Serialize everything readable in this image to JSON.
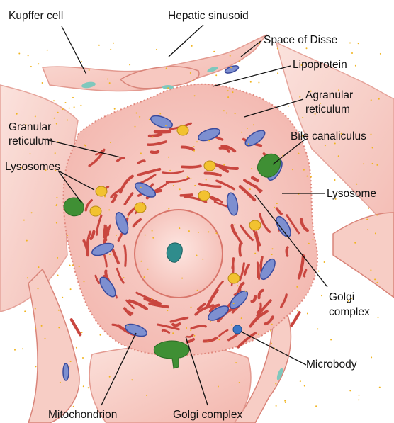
{
  "labels": {
    "kupffer_cell": "Kupffer cell",
    "hepatic_sinusoid": "Hepatic sinusoid",
    "space_of_disse": "Space of Disse",
    "lipoprotein": "Lipoprotein",
    "agranular_reticulum_1": "Agranular",
    "agranular_reticulum_2": "reticulum",
    "granular_reticulum_1": "Granular",
    "granular_reticulum_2": "reticulum",
    "bile_canaliculus": "Bile canaliculus",
    "lysosomes": "Lysosomes",
    "lysosome": "Lysosome",
    "golgi_right_1": "Golgi",
    "golgi_right_2": "complex",
    "microbody": "Microbody",
    "mitochondrion": "Mitochondrion",
    "golgi_bottom": "Golgi complex"
  },
  "colors": {
    "cytoplasm": "#f6c9c2",
    "cytoplasm_edge": "#e58f86",
    "reticulum": "#c9463f",
    "mitochondrion": "#7d8fd0",
    "mitochondrion_edge": "#3a4a9c",
    "lysosome": "#f2c230",
    "bile_canaliculus": "#3f8f34",
    "microbody": "#3b77c9",
    "nucleolus": "#2f8c8c",
    "granules": "#f0b41e"
  }
}
